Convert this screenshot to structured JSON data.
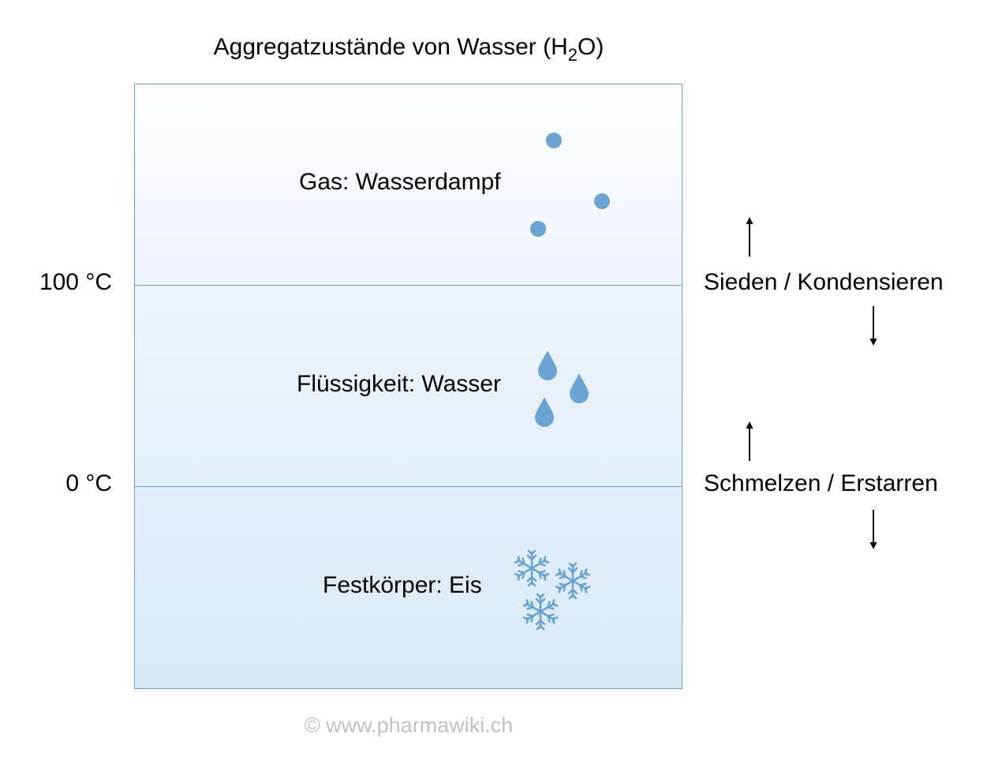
{
  "title": {
    "main": "Aggregatzustände von Wasser (H",
    "sub": "2",
    "end": "O)"
  },
  "states": [
    {
      "label": "Gas: Wasserdampf",
      "icon": "gas-particle-icon"
    },
    {
      "label": "Flüssigkeit: Wasser",
      "icon": "water-drop-icon"
    },
    {
      "label": "Festkörper: Eis",
      "icon": "snowflake-icon"
    }
  ],
  "temperatures": {
    "boiling": "100 °C",
    "melting": "0 °C"
  },
  "transitions": {
    "boil_condense": "Sieden / Kondensieren",
    "melt_freeze": "Schmelzen / Erstarren"
  },
  "copyright": "© www.pharmawiki.ch",
  "colors": {
    "accent": "#6ba3d3",
    "border": "#6ba3d3",
    "copyright": "#c2c2c2"
  }
}
